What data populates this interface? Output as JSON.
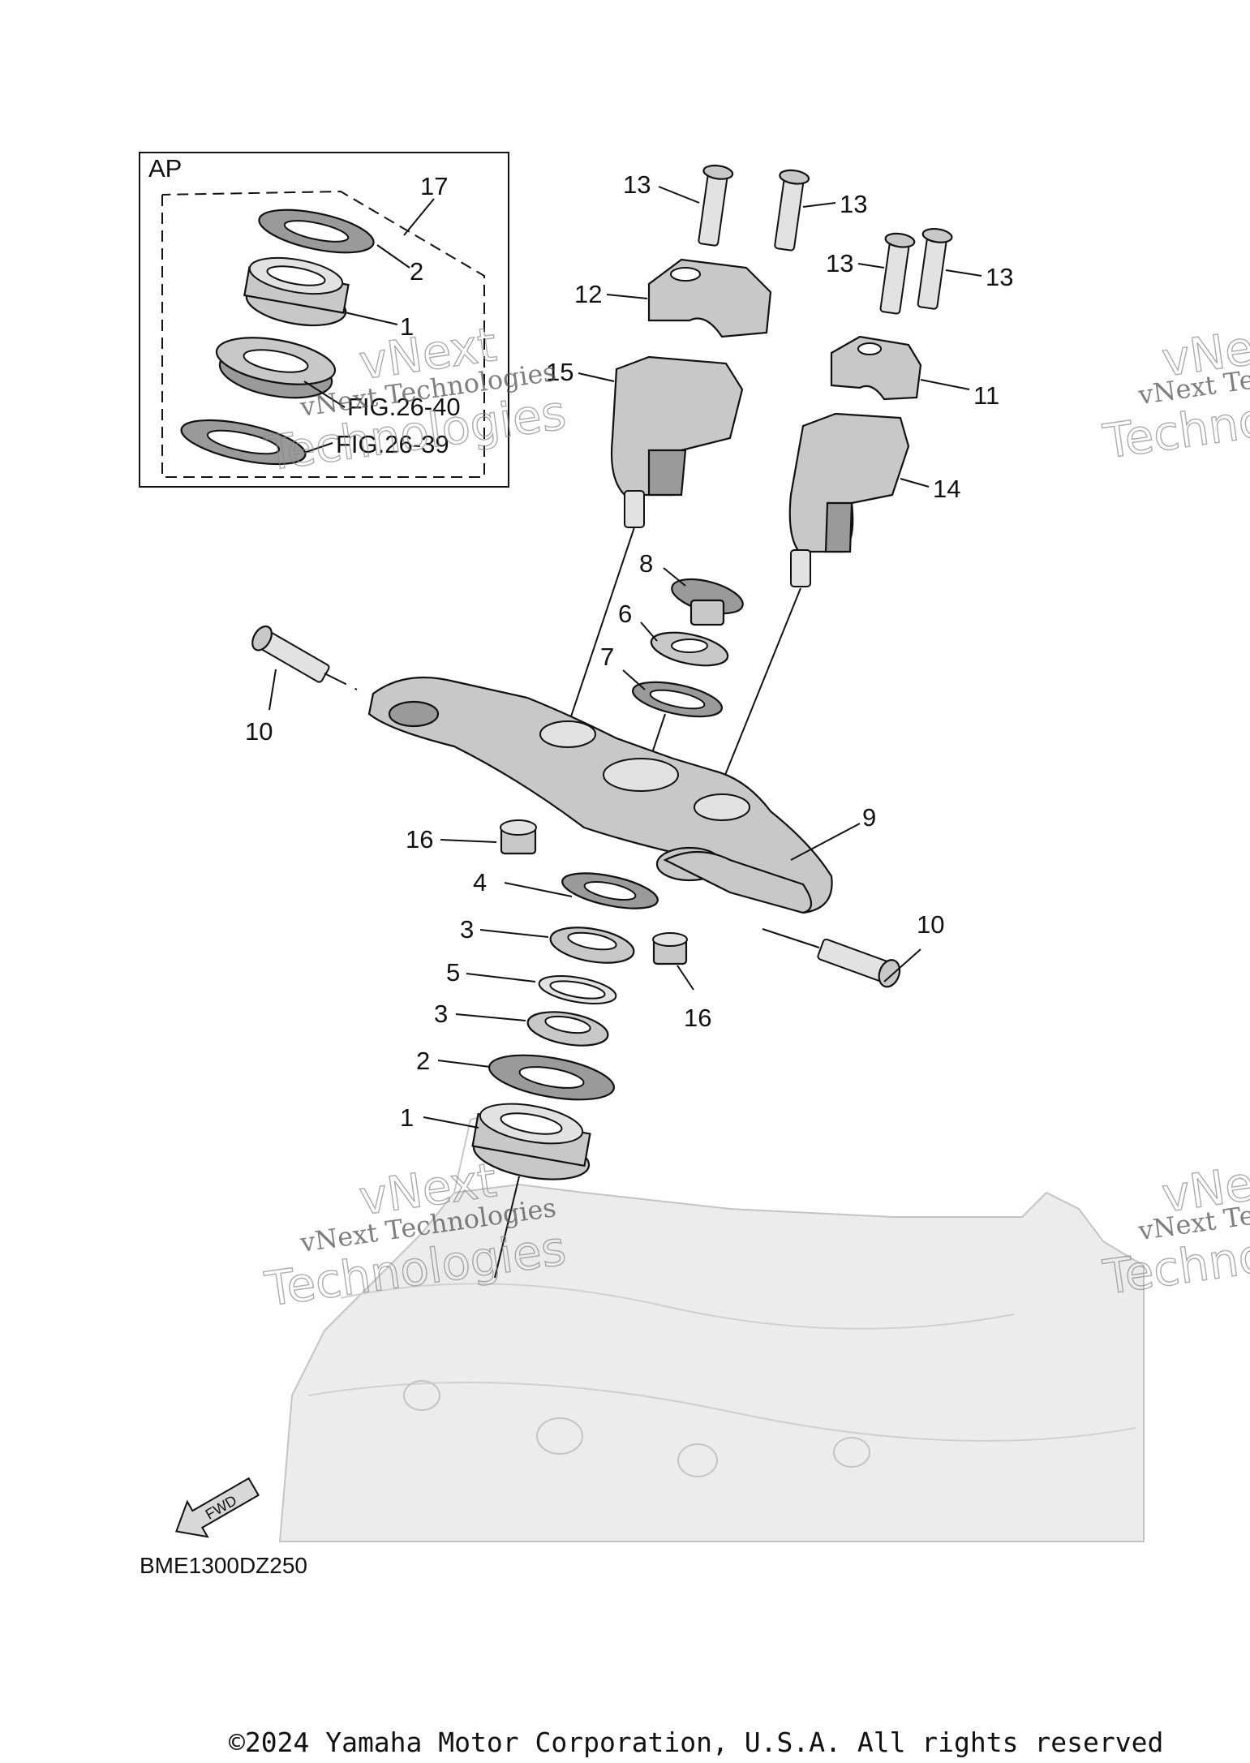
{
  "inset": {
    "label": "AP",
    "fig_refs": [
      "FIG.26-40",
      "FIG.26-39"
    ]
  },
  "callouts": {
    "c1a": "1",
    "c2a": "2",
    "c17": "17",
    "c13a": "13",
    "c13b": "13",
    "c13c": "13",
    "c13d": "13",
    "c12": "12",
    "c11": "11",
    "c15": "15",
    "c14": "14",
    "c8": "8",
    "c6": "6",
    "c7": "7",
    "c10a": "10",
    "c10b": "10",
    "c16a": "16",
    "c16b": "16",
    "c9": "9",
    "c4": "4",
    "c3a": "3",
    "c3b": "3",
    "c5": "5",
    "c2b": "2",
    "c1b": "1"
  },
  "watermark": {
    "line1": "vNext Technologies",
    "line2": "vNext",
    "line3": "Technologies"
  },
  "fwd_label": "FWD",
  "diagram_code": "BME1300DZ250",
  "copyright": "©2024 Yamaha Motor Corporation, U.S.A. All rights reserved"
}
